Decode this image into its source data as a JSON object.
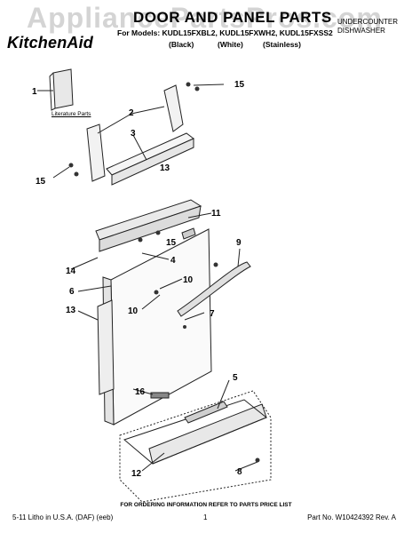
{
  "watermark": "AppliancePartsPros.com",
  "header": {
    "brand": "KitchenAid",
    "title": "DOOR AND PANEL PARTS",
    "models_line": "For Models: KUDL15FXBL2, KUDL15FXWH2, KUDL15FXSS2",
    "variants": [
      "(Black)",
      "(White)",
      "(Stainless)"
    ],
    "product_lines": [
      "UNDERCOUNTER",
      "DISHWASHER"
    ]
  },
  "diagram": {
    "literature_label": "Literature Parts",
    "callouts": [
      "1",
      "2",
      "3",
      "4",
      "5",
      "6",
      "7",
      "8",
      "9",
      "10",
      "10",
      "11",
      "12",
      "13",
      "13",
      "14",
      "15",
      "15",
      "15",
      "16"
    ]
  },
  "footer": {
    "note": "FOR ORDERING INFORMATION REFER TO PARTS PRICE LIST",
    "left": "5-11 Litho in U.S.A. (DAF) (eeb)",
    "page": "1",
    "part_no": "Part No. W10424392 Rev. A"
  }
}
